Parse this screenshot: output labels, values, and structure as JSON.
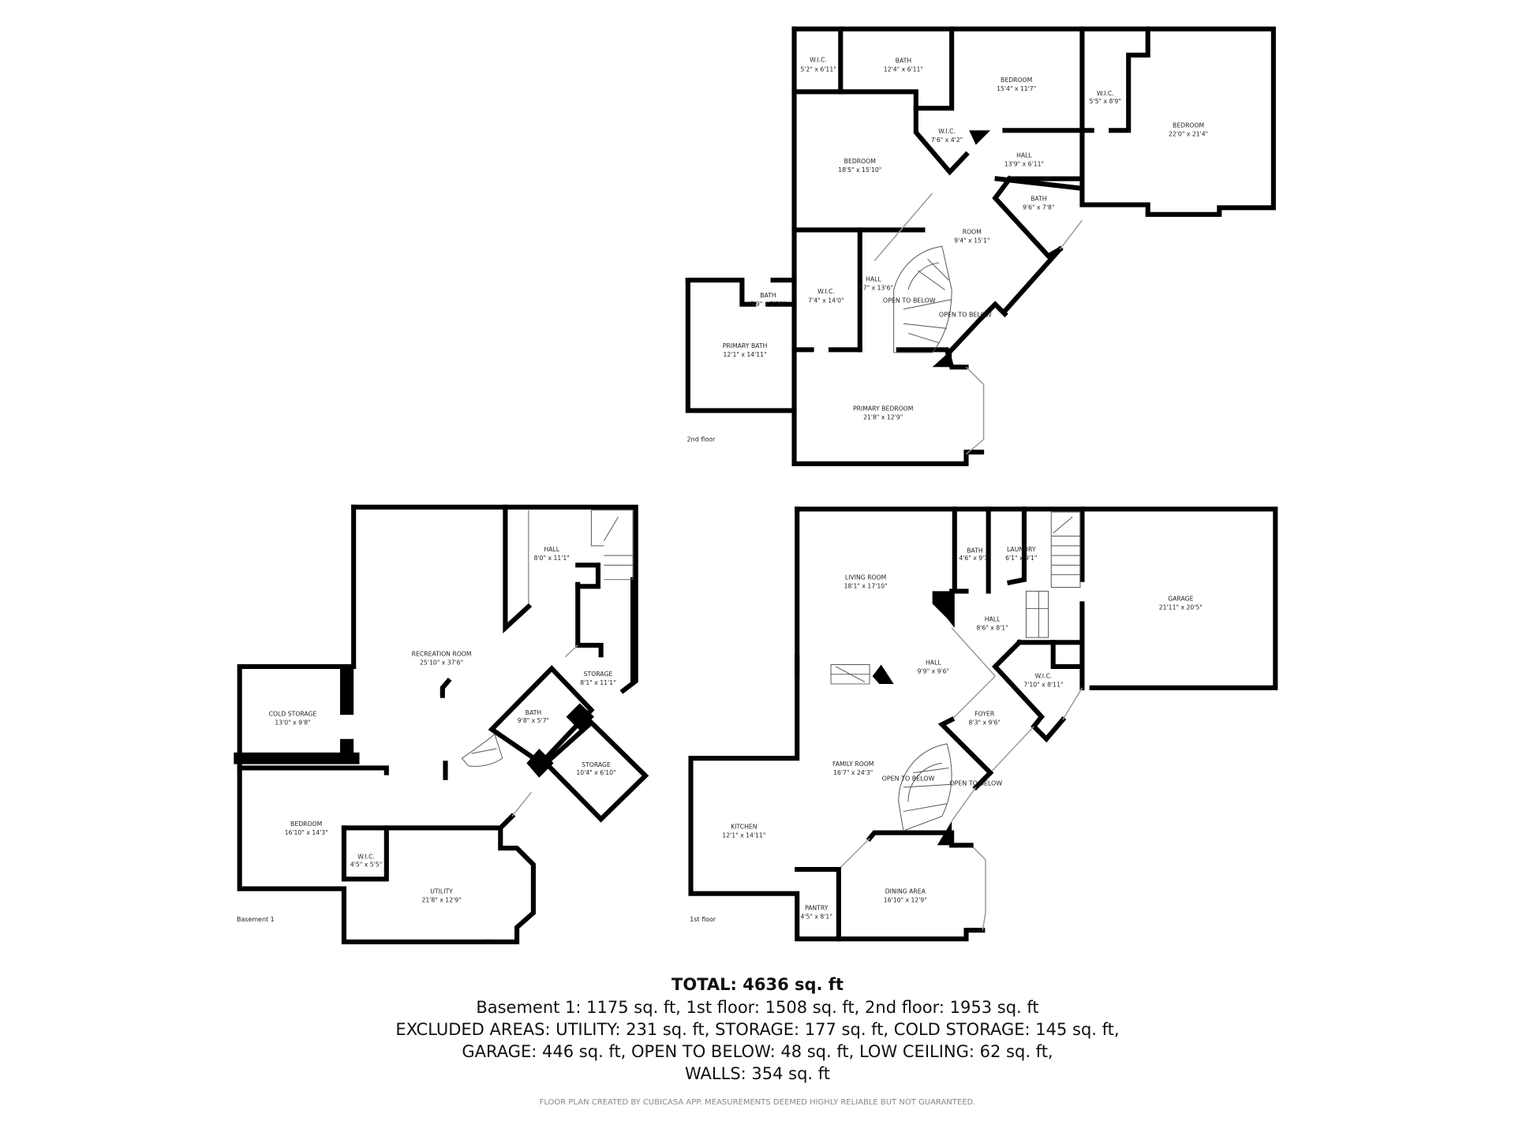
{
  "floors": {
    "second": {
      "label": "2nd floor",
      "rooms": [
        {
          "name": "W.I.C.",
          "dims": "5'2\" x 6'11\""
        },
        {
          "name": "BATH",
          "dims": "12'4\" x 6'11\""
        },
        {
          "name": "BEDROOM",
          "dims": "15'4\" x 11'7\""
        },
        {
          "name": "W.I.C.",
          "dims": "5'5\" x 8'9\""
        },
        {
          "name": "BEDROOM",
          "dims": "22'0\" x 21'4\""
        },
        {
          "name": "W.I.C.",
          "dims": "7'6\" x 4'2\""
        },
        {
          "name": "BEDROOM",
          "dims": "18'5\" x 15'10\""
        },
        {
          "name": "HALL",
          "dims": "13'9\" x 6'11\""
        },
        {
          "name": "BATH",
          "dims": "9'6\" x 7'8\""
        },
        {
          "name": "ROOM",
          "dims": "9'4\" x 15'1\""
        },
        {
          "name": "HALL",
          "dims": "7'7\" x 13'6\""
        },
        {
          "name": "W.I.C.",
          "dims": "7'4\" x 14'0\""
        },
        {
          "name": "BATH",
          "dims": "5'9\" x 2'10\""
        },
        {
          "name": "PRIMARY BATH",
          "dims": "12'1\" x 14'11\""
        },
        {
          "name": "PRIMARY BEDROOM",
          "dims": "21'8\" x 12'9\""
        }
      ],
      "open_to_below": [
        "OPEN TO BELOW",
        "OPEN TO BELOW"
      ]
    },
    "basement": {
      "label": "Basement 1",
      "rooms": [
        {
          "name": "HALL",
          "dims": "8'0\" x 11'1\""
        },
        {
          "name": "RECREATION ROOM",
          "dims": "25'10\" x 37'6\""
        },
        {
          "name": "COLD STORAGE",
          "dims": "13'0\" x 9'8\""
        },
        {
          "name": "STORAGE",
          "dims": "8'1\" x 11'1\""
        },
        {
          "name": "BATH",
          "dims": "9'8\" x 5'7\""
        },
        {
          "name": "STORAGE",
          "dims": "10'4\" x 6'10\""
        },
        {
          "name": "BEDROOM",
          "dims": "16'10\" x 14'3\""
        },
        {
          "name": "W.I.C.",
          "dims": "4'5\" x 5'5\""
        },
        {
          "name": "UTILITY",
          "dims": "21'8\" x 12'9\""
        }
      ]
    },
    "first": {
      "label": "1st floor",
      "rooms": [
        {
          "name": "BATH",
          "dims": "4'6\" x 9'1\""
        },
        {
          "name": "LAUNDRY",
          "dims": "6'1\" x 9'1\""
        },
        {
          "name": "LIVING ROOM",
          "dims": "18'1\" x 17'10\""
        },
        {
          "name": "GARAGE",
          "dims": "21'11\" x 20'5\""
        },
        {
          "name": "HALL",
          "dims": "8'6\" x 8'1\""
        },
        {
          "name": "HALL",
          "dims": "9'9\" x 9'6\""
        },
        {
          "name": "W.I.C.",
          "dims": "7'10\" x 8'11\""
        },
        {
          "name": "FOYER",
          "dims": "8'3\" x 9'6\""
        },
        {
          "name": "FAMILY ROOM",
          "dims": "16'7\" x 24'3\""
        },
        {
          "name": "KITCHEN",
          "dims": "12'1\" x 14'11\""
        },
        {
          "name": "DINING AREA",
          "dims": "16'10\" x 12'9\""
        },
        {
          "name": "PANTRY",
          "dims": "4'5\" x 8'1\""
        }
      ],
      "open_to_below": [
        "OPEN TO BELOW",
        "OPEN TO BELOW"
      ]
    }
  },
  "summary": {
    "total": "TOTAL: 4636 sq. ft",
    "lines": [
      "Basement 1: 1175 sq. ft, 1st floor: 1508 sq. ft, 2nd floor: 1953 sq. ft",
      "EXCLUDED AREAS: UTILITY: 231 sq. ft, STORAGE: 177 sq. ft, COLD STORAGE: 145 sq. ft,",
      "GARAGE: 446 sq. ft, OPEN TO BELOW: 48 sq. ft, LOW CEILING: 62 sq. ft,",
      "WALLS: 354 sq. ft"
    ],
    "credit": "FLOOR PLAN CREATED BY CUBICASA APP. MEASUREMENTS DEEMED HIGHLY RELIABLE BUT NOT GUARANTEED."
  }
}
